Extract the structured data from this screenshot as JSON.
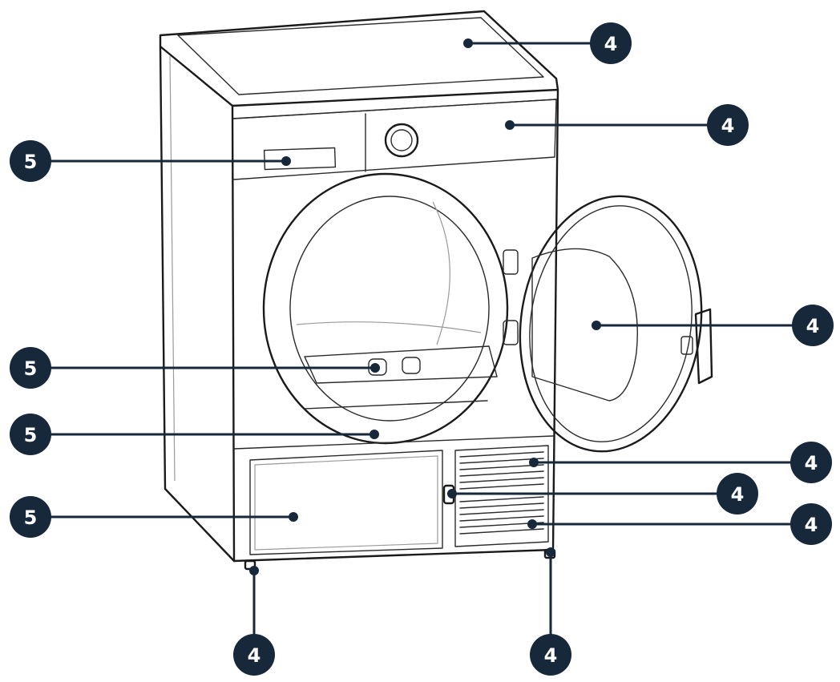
{
  "callouts": [
    {
      "id": "top-cover",
      "number": "4"
    },
    {
      "id": "control-panel",
      "number": "4"
    },
    {
      "id": "door-inner",
      "number": "4"
    },
    {
      "id": "vent-upper",
      "number": "4"
    },
    {
      "id": "service-latch",
      "number": "4"
    },
    {
      "id": "vent-lower",
      "number": "4"
    },
    {
      "id": "foot-left",
      "number": "4"
    },
    {
      "id": "foot-right",
      "number": "4"
    },
    {
      "id": "display",
      "number": "5"
    },
    {
      "id": "drum-filter",
      "number": "5"
    },
    {
      "id": "front-panel",
      "number": "5"
    },
    {
      "id": "plinth-flap",
      "number": "5"
    }
  ],
  "colors": {
    "badge": "#17283b",
    "badge_text": "#ffffff",
    "line_art": "#1a1a1a"
  }
}
